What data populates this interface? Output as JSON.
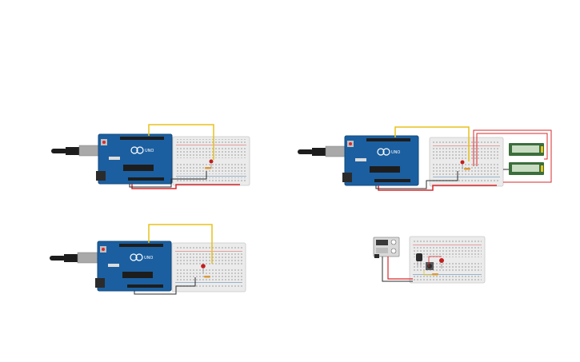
{
  "canvas": {
    "background": "#ffffff"
  },
  "colors": {
    "arduino_blue": "#1b5fa0",
    "arduino_dark": "#124a7e",
    "breadboard": "#ebebeb",
    "breadboard_edge": "#c9c9c9",
    "wire_yellow": "#e8c21a",
    "wire_red": "#d9282b",
    "wire_black": "#2b2b2b",
    "led_red": "#c21e1e",
    "usb_cable": "#1d1d1d"
  },
  "circuits": [
    {
      "id": "circuit-1",
      "board_label": "UNO",
      "parts": [
        "arduino-uno",
        "usb-cable",
        "breadboard",
        "led",
        "resistor"
      ]
    },
    {
      "id": "circuit-2",
      "board_label": "UNO",
      "parts": [
        "arduino-uno",
        "usb-cable",
        "breadboard",
        "led",
        "resistor",
        "lcd-module",
        "lcd-module"
      ]
    },
    {
      "id": "circuit-3",
      "board_label": "UNO",
      "parts": [
        "arduino-uno",
        "usb-cable",
        "breadboard",
        "led",
        "resistor"
      ]
    },
    {
      "id": "circuit-4",
      "board_label": "",
      "parts": [
        "power-supply",
        "breadboard",
        "led",
        "pushbutton",
        "resistor",
        "transistor"
      ]
    }
  ],
  "icons": [
    "usb-plug-icon",
    "led-icon",
    "resistor-icon",
    "pushbutton-icon",
    "power-supply-icon"
  ]
}
